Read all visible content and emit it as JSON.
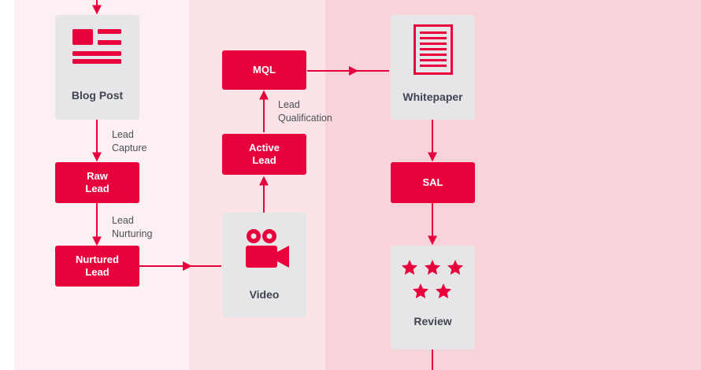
{
  "colors": {
    "accent": "#e8003d",
    "card_bg": "#e6e6e8",
    "card_text": "#3f4651",
    "band_1": "#fdf0f2",
    "band_2": "#fbe3e7",
    "band_3": "#f8d3d9"
  },
  "cards": {
    "blog_post": {
      "label": "Blog Post",
      "icon": "blog-post-icon"
    },
    "video": {
      "label": "Video",
      "icon": "video-camera-icon"
    },
    "whitepaper": {
      "label": "Whitepaper",
      "icon": "document-icon"
    },
    "review": {
      "label": "Review",
      "icon": "five-stars-icon"
    }
  },
  "stages": {
    "raw_lead": {
      "line1": "Raw",
      "line2": "Lead"
    },
    "nurtured_lead": {
      "line1": "Nurtured",
      "line2": "Lead"
    },
    "active_lead": {
      "line1": "Active",
      "line2": "Lead"
    },
    "mql": {
      "label": "MQL"
    },
    "sal": {
      "label": "SAL"
    }
  },
  "notes": {
    "lead_capture": {
      "line1": "Lead",
      "line2": "Capture"
    },
    "lead_nurturing": {
      "line1": "Lead",
      "line2": "Nurturing"
    },
    "lead_qualification": {
      "line1": "Lead",
      "line2": "Qualification"
    }
  }
}
